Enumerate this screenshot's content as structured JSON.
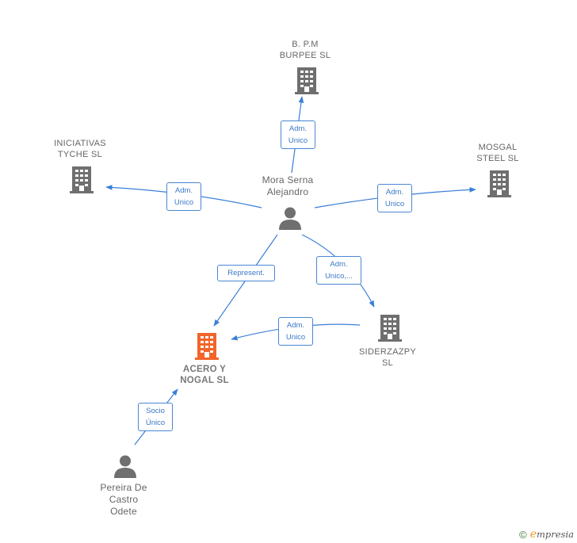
{
  "nodes": {
    "bpm": {
      "label": "B. P.M\nBURPEE  SL",
      "type": "company"
    },
    "iniciativas": {
      "label": "INICIATIVAS\nTYCHE  SL",
      "type": "company"
    },
    "mosgal": {
      "label": "MOSGAL\nSTEEL  SL",
      "type": "company"
    },
    "mora": {
      "label": "Mora Serna\nAlejandro",
      "type": "person"
    },
    "acero": {
      "label": "ACERO Y\nNOGAL  SL",
      "type": "company-focus"
    },
    "siderzazpy": {
      "label": "SIDERZAZPY\nSL",
      "type": "company"
    },
    "pereira": {
      "label": "Pereira De\nCastro\nOdete",
      "type": "person"
    }
  },
  "edges": {
    "mora_bpm": "Adm.\nUnico",
    "mora_iniciativas": "Adm.\nUnico",
    "mora_mosgal": "Adm.\nUnico",
    "mora_acero": "Represent.",
    "mora_siderzazpy": "Adm.\nUnico,...",
    "siderzazpy_acero": "Adm.\nUnico",
    "pereira_acero": "Socio\nÚnico"
  },
  "colors": {
    "company": "#6f6f6f",
    "focus": "#f2652a",
    "person": "#6f6f6f",
    "edge": "#3b7fd8"
  },
  "footer": {
    "copyright": "©",
    "brand_initial": "e",
    "brand_rest": "mpresia"
  }
}
